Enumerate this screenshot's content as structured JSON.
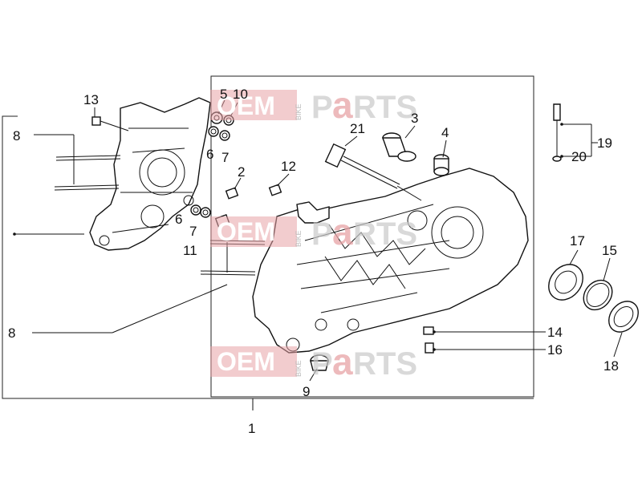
{
  "watermark": {
    "brand_left": "OEM",
    "brand_small": "BIKE",
    "brand_right_p": "P",
    "brand_right_a": "a",
    "brand_right_rest": "RTS",
    "accent": "#e8a3a6"
  },
  "callouts": [
    "1",
    "2",
    "3",
    "4",
    "5",
    "6",
    "7",
    "8",
    "9",
    "10",
    "11",
    "12",
    "13",
    "14",
    "15",
    "16",
    "17",
    "18",
    "19",
    "20",
    "21"
  ],
  "labels": {
    "c1": "1",
    "c2": "2",
    "c3": "3",
    "c4": "4",
    "c5": "5",
    "c6a": "6",
    "c6b": "6",
    "c7a": "7",
    "c7b": "7",
    "c8a": "8",
    "c8b": "8",
    "c9": "9",
    "c10": "10",
    "c11": "11",
    "c12": "12",
    "c13": "13",
    "c14": "14",
    "c15": "15",
    "c16": "16",
    "c17": "17",
    "c18": "18",
    "c19": "19",
    "c20": "20",
    "c21": "21"
  }
}
